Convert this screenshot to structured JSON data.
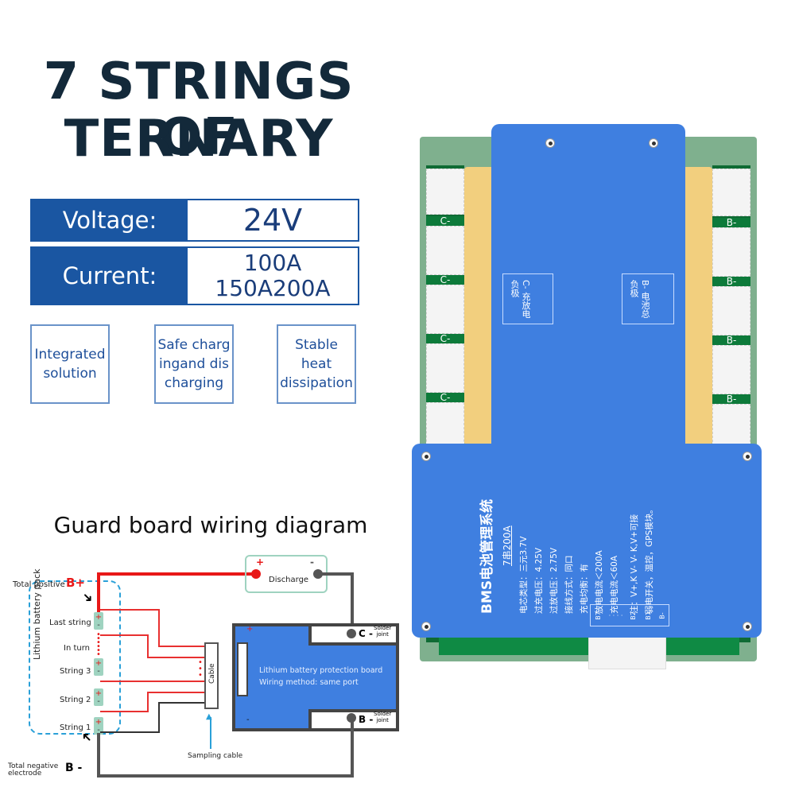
{
  "header": {
    "title_line1": "7 STRINGS OF",
    "title_line2": "TERNARY"
  },
  "specs": {
    "voltage_label": "Voltage:",
    "voltage_value": "24V",
    "current_label": "Current:",
    "current_value_line1": "100A",
    "current_value_line2": "150A200A"
  },
  "features": [
    {
      "label": "Integrated solution"
    },
    {
      "label": "Safe charg ingand dis charging"
    },
    {
      "label": "Stable heat dissipation"
    }
  ],
  "diagram": {
    "title": "Guard board wiring diagram",
    "total_positive_label": "Total positive",
    "total_positive_symbol": "B+",
    "total_negative_label_line1": "Total negative",
    "total_negative_label_line2": "electrode",
    "total_negative_symbol": "B -",
    "pack_label": "Lithium battery pack",
    "strings": [
      "Last string",
      "In turn",
      "String 3",
      "String 2",
      "String 1"
    ],
    "plus": "+",
    "minus": "-",
    "discharge_label": "Discharge",
    "cable_label": "Cable",
    "sampling_cable_label": "Sampling cable",
    "board_line1": "Lithium battery protection board",
    "board_line2": "Wiring method: same port",
    "c_minus": "C -",
    "b_minus": "B -",
    "solder_joint_line1": "Solder",
    "solder_joint_line2": "joint",
    "colors": {
      "positive_wire": "#e81818",
      "negative_wire": "#555555",
      "pack_outline": "#2aa0d8",
      "board": "#3f7fe0"
    }
  },
  "product": {
    "c_pad_label": "C-",
    "b_pad_label": "B-",
    "c_box_text": "C- 充放电负极",
    "b_box_text": "B- 电池总负极",
    "bms_title": "BMS电池管理系统",
    "model": "7串200A",
    "spec_lines": [
      "电芯类型：三元3.7V",
      "过充电压：4.25V",
      "过放电压：2.75V",
      "接线方式：同口",
      "充电均衡：有",
      "放电电流＜200A",
      "充电电流＜60A"
    ],
    "note_line1": "注：V+,K V- V- K,V+可接",
    "note_line2": "弱电开关，温控，GPS模块。",
    "connector_labels": [
      "B7",
      "· · · ·",
      "B2",
      "B1",
      "B-"
    ]
  }
}
